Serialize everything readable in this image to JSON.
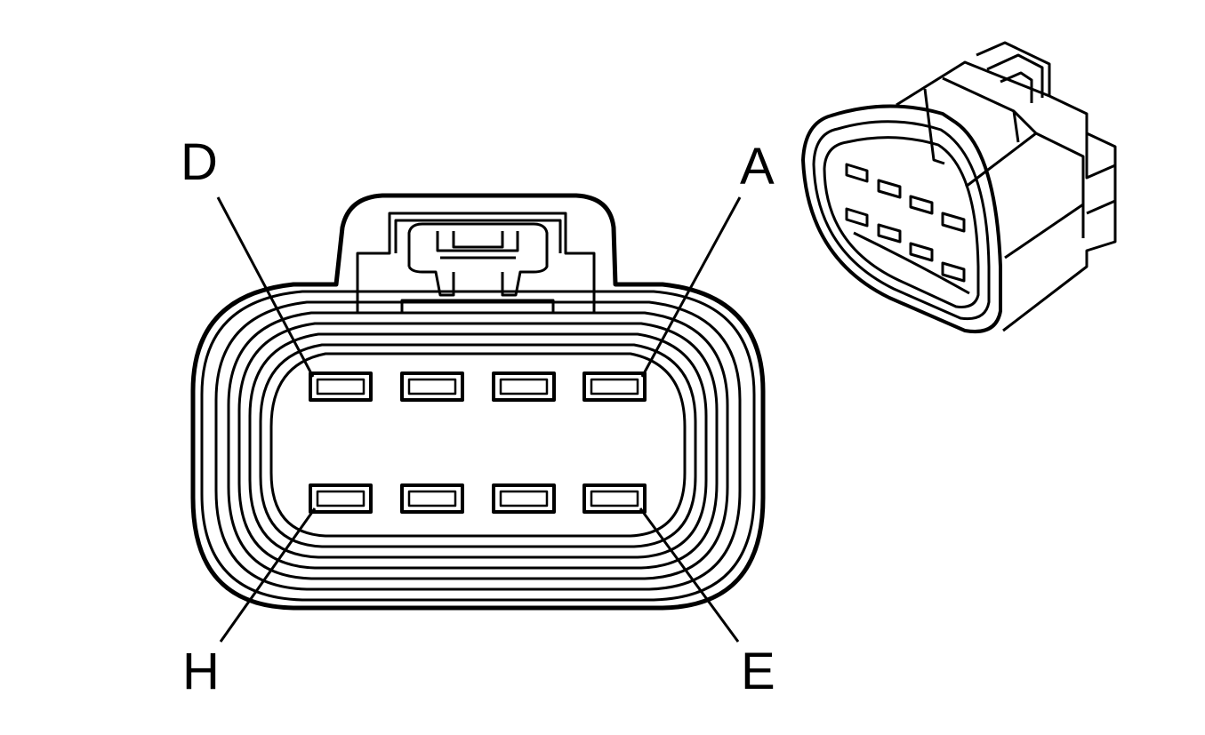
{
  "labels": {
    "top_left": "D",
    "top_right": "A",
    "bottom_left": "H",
    "bottom_right": "E"
  },
  "colors": {
    "line": "#000000",
    "background": "#ffffff"
  }
}
